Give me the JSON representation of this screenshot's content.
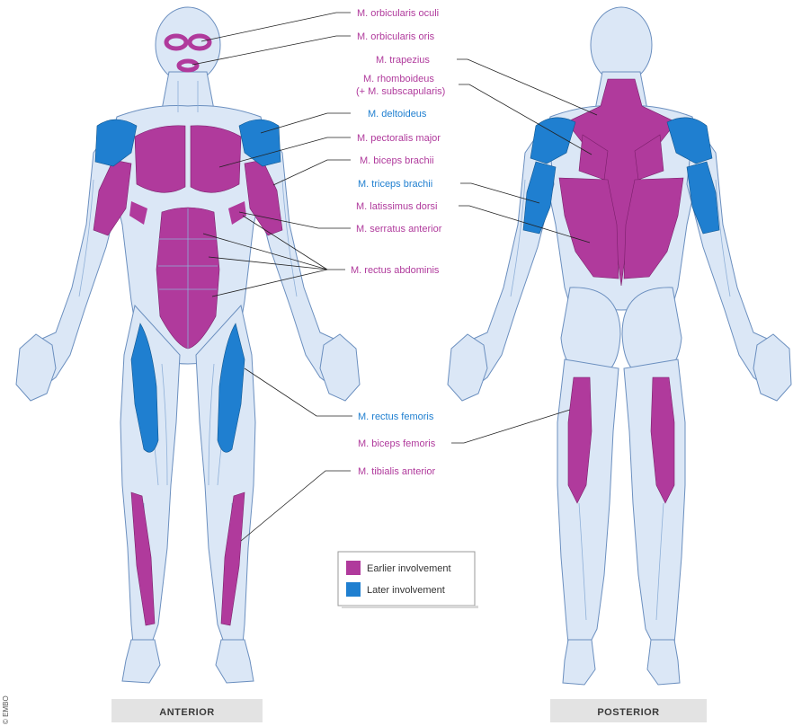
{
  "colors": {
    "early": "#b03a9c",
    "late": "#1f7fd0",
    "body": "#dbe7f6",
    "outline": "#6b8fbf"
  },
  "labels": {
    "orbicularis_oculi": "M. orbicularis oculi",
    "orbicularis_oris": "M. orbicularis oris",
    "trapezius": "M. trapezius",
    "rhomboideus_1": "M. rhomboideus",
    "rhomboideus_2": "(+ M. subscapularis)",
    "deltoideus": "M. deltoideus",
    "pectoralis_major": "M. pectoralis major",
    "biceps_brachii": "M. biceps brachii",
    "triceps_brachii": "M. triceps brachii",
    "latissimus_dorsi": "M. latissimus dorsi",
    "serratus_anterior": "M. serratus anterior",
    "rectus_abdominis": "M. rectus abdominis",
    "rectus_femoris": "M. rectus femoris",
    "biceps_femoris": "M. biceps femoris",
    "tibialis_anterior": "M. tibialis anterior"
  },
  "legend": {
    "earlier": "Earlier involvement",
    "later": "Later involvement"
  },
  "views": {
    "anterior": "ANTERIOR",
    "posterior": "POSTERIOR"
  },
  "credit": "© EMBO"
}
